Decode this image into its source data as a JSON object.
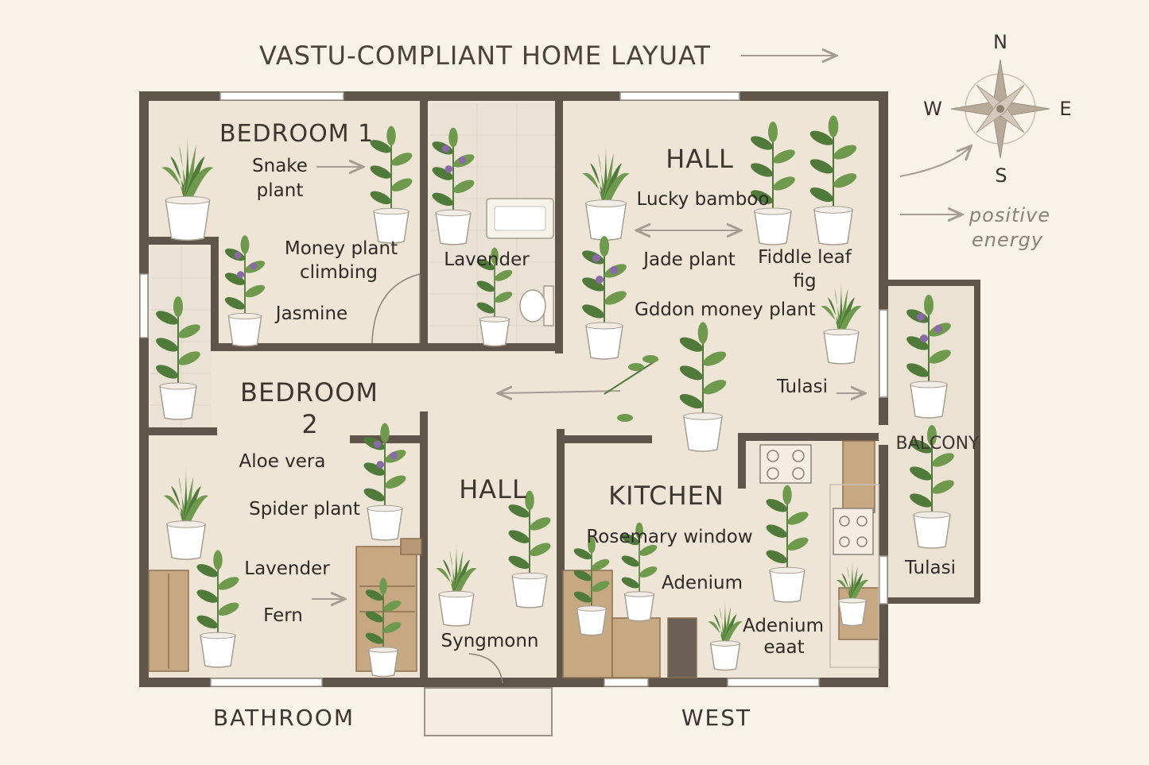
{
  "title": "VASTU-COMPLIANT HOME LAYUAT",
  "compass": {
    "north": "N",
    "south": "S",
    "east": "E",
    "west": "W"
  },
  "energy_note": {
    "line1": "positive",
    "line2": "energy"
  },
  "rooms": {
    "bedroom1": "BEDROOM 1",
    "bedroom2_line1": "BEDROOM",
    "bedroom2_line2": "2",
    "hall_top": "HALL",
    "hall_bottom": "HALL",
    "kitchen": "KITCHEN",
    "balcony": "BALCONY"
  },
  "plants": {
    "snake_line1": "Snake",
    "snake_line2": "plant",
    "money_line1": "Money plant",
    "money_line2": "climbing",
    "jasmine": "Jasmine",
    "lavender_bath": "Lavender",
    "lucky_bamboo": "Lucky bamboo",
    "jade": "Jade plant",
    "fiddle_line1": "Fiddle leaf",
    "fiddle_line2": "fig",
    "golden_money": "Gddon money plant",
    "tulasi_hall": "Tulasi",
    "aloe": "Aloe vera",
    "spider": "Spider plant",
    "lavender_bed2": "Lavender",
    "fern": "Fern",
    "syngonium": "Syngmonn",
    "rosemary": "Rosemary window",
    "adenium": "Adenium",
    "adenium_east_line1": "Adenium",
    "adenium_east_line2": "eaat",
    "tulasi_balcony": "Tulasi"
  },
  "bottom_labels": {
    "left": "BATHROOM",
    "right": "WEST"
  },
  "colors": {
    "background": "#f8f3e9",
    "floor": "#efe5d7",
    "wall": "#5f554b",
    "leaf": "#6f9a4e",
    "leaf_dark": "#4f7a3a",
    "pot": "#ffffff",
    "wood": "#c6a883",
    "flower": "#8a6aa6",
    "arrow": "#a59d94"
  }
}
